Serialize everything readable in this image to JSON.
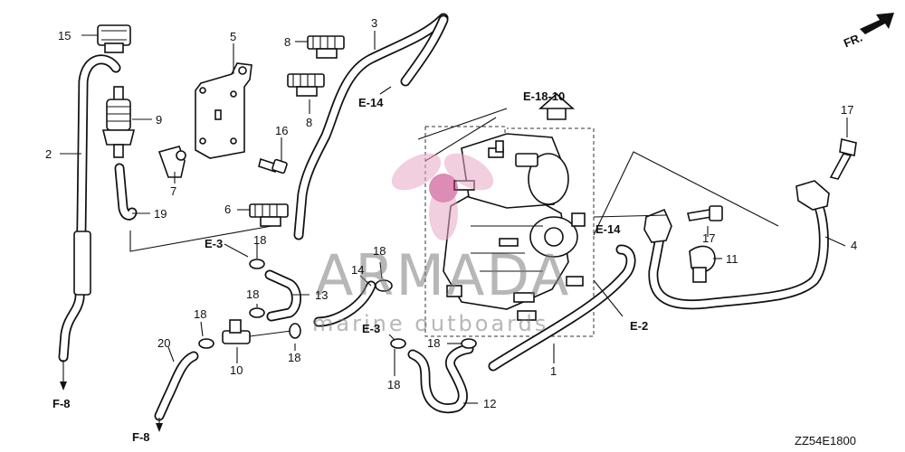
{
  "diagram": {
    "code": "ZZ54E1800",
    "direction_label": "FR.",
    "watermark": {
      "brand": "ARMADA",
      "tagline": "marine outboards"
    },
    "part_numbers": [
      "1",
      "2",
      "3",
      "4",
      "5",
      "6",
      "7",
      "8",
      "9",
      "10",
      "11",
      "12",
      "13",
      "14",
      "15",
      "16",
      "17",
      "18",
      "19",
      "20"
    ],
    "callouts": {
      "p15": "15",
      "p2": "2",
      "p9": "9",
      "p7": "7",
      "p19": "19",
      "p5": "5",
      "p16": "16",
      "p6": "6",
      "p8a": "8",
      "p8b": "8",
      "p3": "3",
      "p17a": "17",
      "p17b": "17",
      "p4": "4",
      "p11": "11",
      "p18a": "18",
      "p18b": "18",
      "p18c": "18",
      "p18d": "18",
      "p18e": "18",
      "p18f": "18",
      "p18g": "18",
      "p13": "13",
      "p14": "14",
      "p10": "10",
      "p20": "20",
      "p12": "12",
      "p1": "1"
    },
    "refs": {
      "e14a": "E-14",
      "e1810": "E-18-10",
      "e14b": "E-14",
      "e3a": "E-3",
      "e3b": "E-3",
      "e2": "E-2",
      "f8a": "F-8",
      "f8b": "F-8"
    }
  }
}
